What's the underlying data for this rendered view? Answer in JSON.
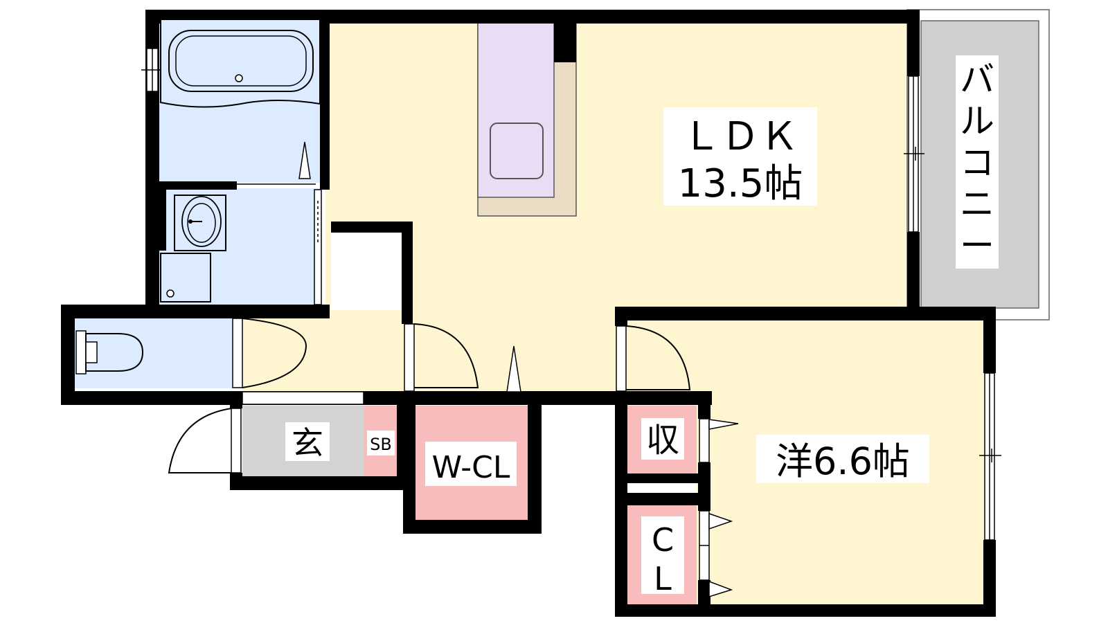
{
  "floor_plan": {
    "rooms": {
      "ldk": {
        "name": "ＬＤＫ",
        "size": "13.5帖"
      },
      "western": {
        "label": "洋6.6帖"
      },
      "balcony": {
        "chars": [
          "バ",
          "ル",
          "コ",
          "ニ",
          "ー"
        ]
      },
      "entrance": {
        "label": "玄"
      },
      "shoe_box": {
        "label": "SB"
      },
      "walk_in_closet": {
        "label": "W-CL"
      },
      "storage": {
        "label": "収"
      },
      "closet": {
        "chars": [
          "C",
          "L"
        ]
      }
    },
    "colors": {
      "living_floor": "#FFF5D1",
      "wet_area": "#DCEBFF",
      "balcony": "#CFCFCF",
      "entrance": "#D3D3D3",
      "storage": "#F9BCBC",
      "kitchen": "#E9DDF5",
      "kitchen_counter": "#EBDDC5",
      "wall": "#000000"
    }
  }
}
